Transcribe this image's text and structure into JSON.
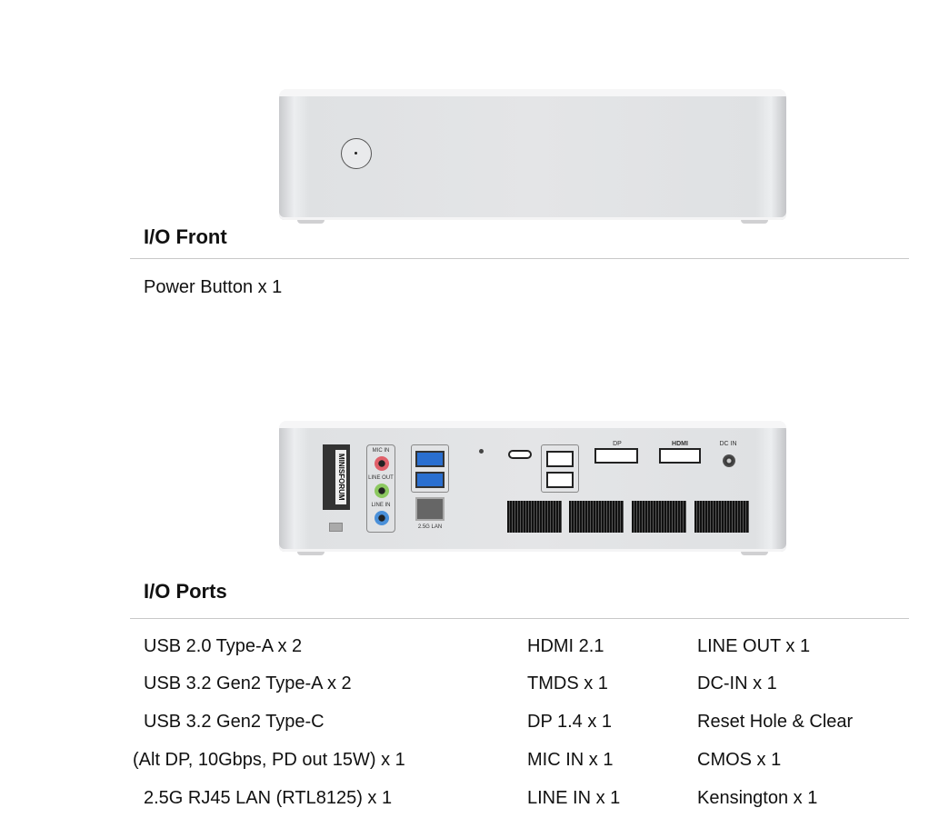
{
  "front": {
    "heading": "I/O Front",
    "items": [
      "Power Button  x 1"
    ]
  },
  "rear_labels": {
    "brand": "MINISFORUM",
    "mic": "MIC IN",
    "line_out": "LINE OUT",
    "line_in": "LINE IN",
    "lan": "2.5G LAN",
    "dp": "DP",
    "hdmi": "HDMI",
    "dc": "DC IN"
  },
  "ports": {
    "heading": "I/O Ports",
    "col1": [
      "USB 2.0 Type-A  x 2",
      "USB 3.2 Gen2 Type-A  x 2",
      "USB 3.2 Gen2 Type-C",
      "(Alt DP, 10Gbps, PD out 15W)  x 1",
      "2.5G RJ45 LAN (RTL8125)  x 1"
    ],
    "col2": [
      "HDMI 2.1",
      "TMDS  x 1",
      "DP 1.4  x 1",
      "MIC IN  x 1",
      "LINE IN  x 1"
    ],
    "col3": [
      "LINE OUT  x 1",
      "DC-IN  x 1",
      "Reset Hole & Clear",
      "CMOS x 1",
      "Kensington x 1"
    ]
  },
  "colors": {
    "mic": "#e0606a",
    "line_out": "#8cc860",
    "line_in": "#4a90d9",
    "usb3": "#2a6fd0"
  }
}
